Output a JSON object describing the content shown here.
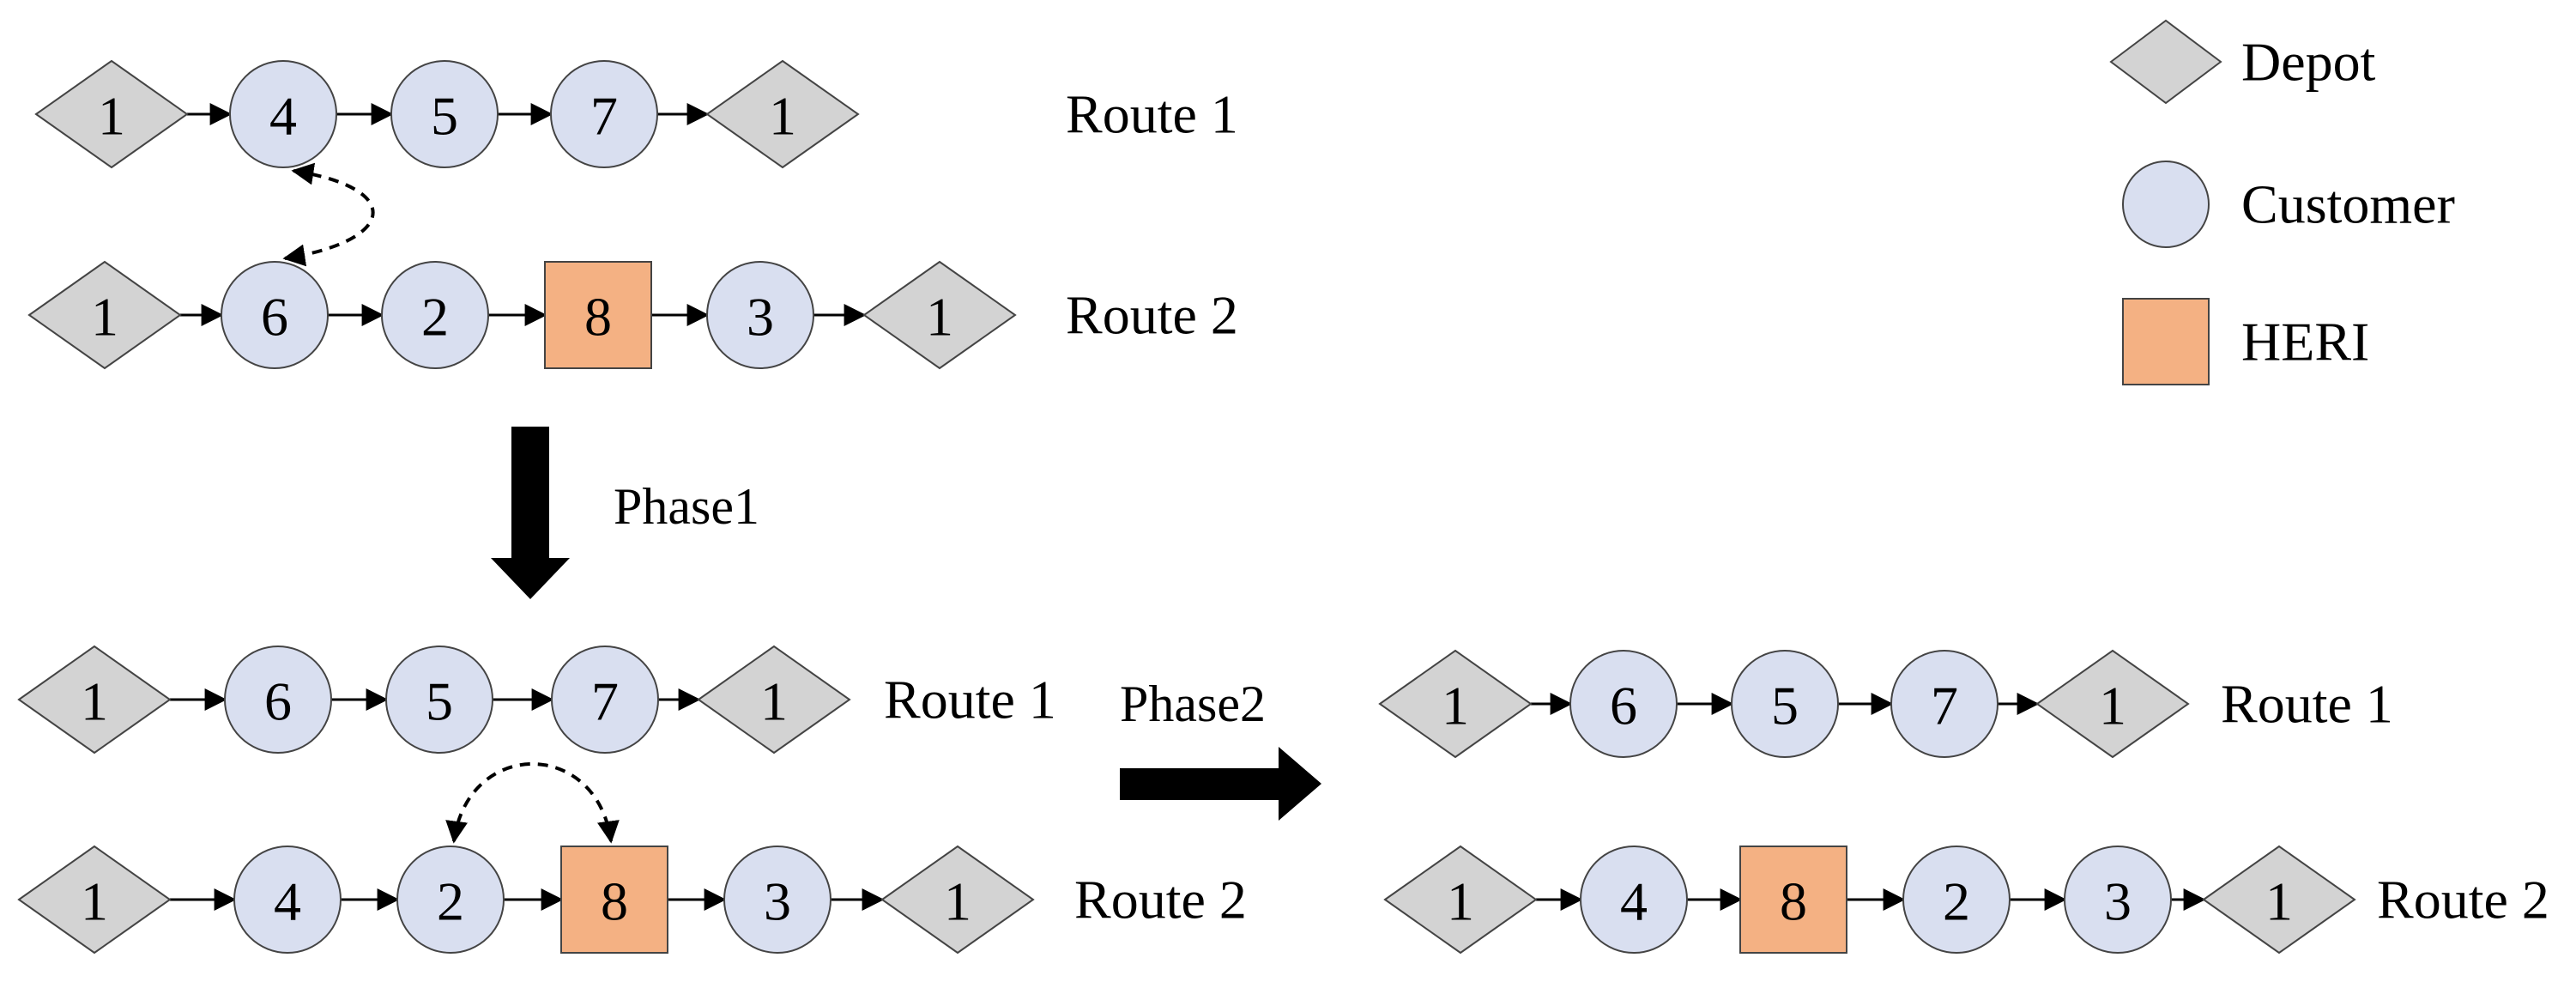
{
  "colors": {
    "depot_fill": "#d3d3d3",
    "customer_fill": "#d9dff0",
    "heri_fill": "#f4b183",
    "stroke": "#444444",
    "arrow": "#000000"
  },
  "legend": [
    {
      "type": "depot",
      "label": "Depot"
    },
    {
      "type": "customer",
      "label": "Customer"
    },
    {
      "type": "heri",
      "label": "HERI"
    }
  ],
  "phases": [
    {
      "label": "Phase1"
    },
    {
      "label": "Phase2"
    }
  ],
  "panels": [
    {
      "id": "initial",
      "routes": [
        {
          "label": "Route 1",
          "nodes": [
            {
              "type": "depot",
              "id": "1"
            },
            {
              "type": "customer",
              "id": "4"
            },
            {
              "type": "customer",
              "id": "5"
            },
            {
              "type": "customer",
              "id": "7"
            },
            {
              "type": "depot",
              "id": "1"
            }
          ]
        },
        {
          "label": "Route 2",
          "nodes": [
            {
              "type": "depot",
              "id": "1"
            },
            {
              "type": "customer",
              "id": "6"
            },
            {
              "type": "customer",
              "id": "2"
            },
            {
              "type": "heri",
              "id": "8"
            },
            {
              "type": "customer",
              "id": "3"
            },
            {
              "type": "depot",
              "id": "1"
            }
          ]
        }
      ],
      "swap": [
        "4",
        "6"
      ]
    },
    {
      "id": "after-phase1",
      "routes": [
        {
          "label": "Route 1",
          "nodes": [
            {
              "type": "depot",
              "id": "1"
            },
            {
              "type": "customer",
              "id": "6"
            },
            {
              "type": "customer",
              "id": "5"
            },
            {
              "type": "customer",
              "id": "7"
            },
            {
              "type": "depot",
              "id": "1"
            }
          ]
        },
        {
          "label": "Route 2",
          "nodes": [
            {
              "type": "depot",
              "id": "1"
            },
            {
              "type": "customer",
              "id": "4"
            },
            {
              "type": "customer",
              "id": "2"
            },
            {
              "type": "heri",
              "id": "8"
            },
            {
              "type": "customer",
              "id": "3"
            },
            {
              "type": "depot",
              "id": "1"
            }
          ]
        }
      ],
      "swap": [
        "2",
        "8"
      ]
    },
    {
      "id": "after-phase2",
      "routes": [
        {
          "label": "Route 1",
          "nodes": [
            {
              "type": "depot",
              "id": "1"
            },
            {
              "type": "customer",
              "id": "6"
            },
            {
              "type": "customer",
              "id": "5"
            },
            {
              "type": "customer",
              "id": "7"
            },
            {
              "type": "depot",
              "id": "1"
            }
          ]
        },
        {
          "label": "Route 2",
          "nodes": [
            {
              "type": "depot",
              "id": "1"
            },
            {
              "type": "customer",
              "id": "4"
            },
            {
              "type": "heri",
              "id": "8"
            },
            {
              "type": "customer",
              "id": "2"
            },
            {
              "type": "customer",
              "id": "3"
            },
            {
              "type": "depot",
              "id": "1"
            }
          ]
        }
      ]
    }
  ]
}
